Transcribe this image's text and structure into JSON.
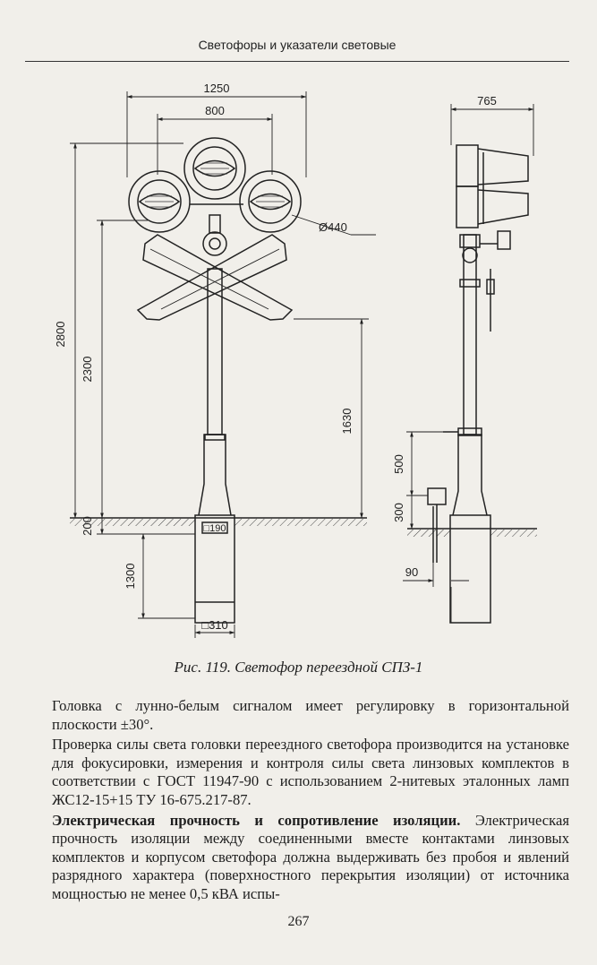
{
  "header": {
    "running_title": "Светофоры и указатели световые"
  },
  "figure": {
    "caption": "Рис. 119. Светофор переездной СПЗ-1",
    "dimensions": {
      "total_width": "1250",
      "lamp_spacing": "800",
      "lens_diameter": "Ø440",
      "total_height": "2800",
      "height_2300": "2300",
      "height_1630": "1630",
      "foundation_above": "200",
      "foundation_depth": "1300",
      "foundation_top_square": "□190",
      "foundation_base_square": "□310",
      "side_depth": "765",
      "side_height_500": "500",
      "side_height_300": "300",
      "side_offset_90": "90"
    }
  },
  "body": {
    "p1": "Головка с лунно-белым сигналом имеет регулировку в горизонтальной плоскости ±30°.",
    "p2": "Проверка силы света головки переездного светофора производится на установке для фокусировки, измерения и контроля силы света линзовых комплектов в соответствии с ГОСТ 11947-90 с использованием 2-нитевых эталонных ламп ЖС12-15+15 ТУ 16-675.217-87.",
    "p3_title": "Электрическая прочность и сопротивление изоляции.",
    "p3_text": " Электрическая прочность изоляции между соединенными вместе контактами линзовых комплектов и корпусом светофора должна выдерживать без пробоя и явлений разрядного характера (поверхностного перекрытия изоляции) от источника мощностью не менее 0,5 кВА испы-"
  },
  "footer": {
    "page_number": "267"
  }
}
